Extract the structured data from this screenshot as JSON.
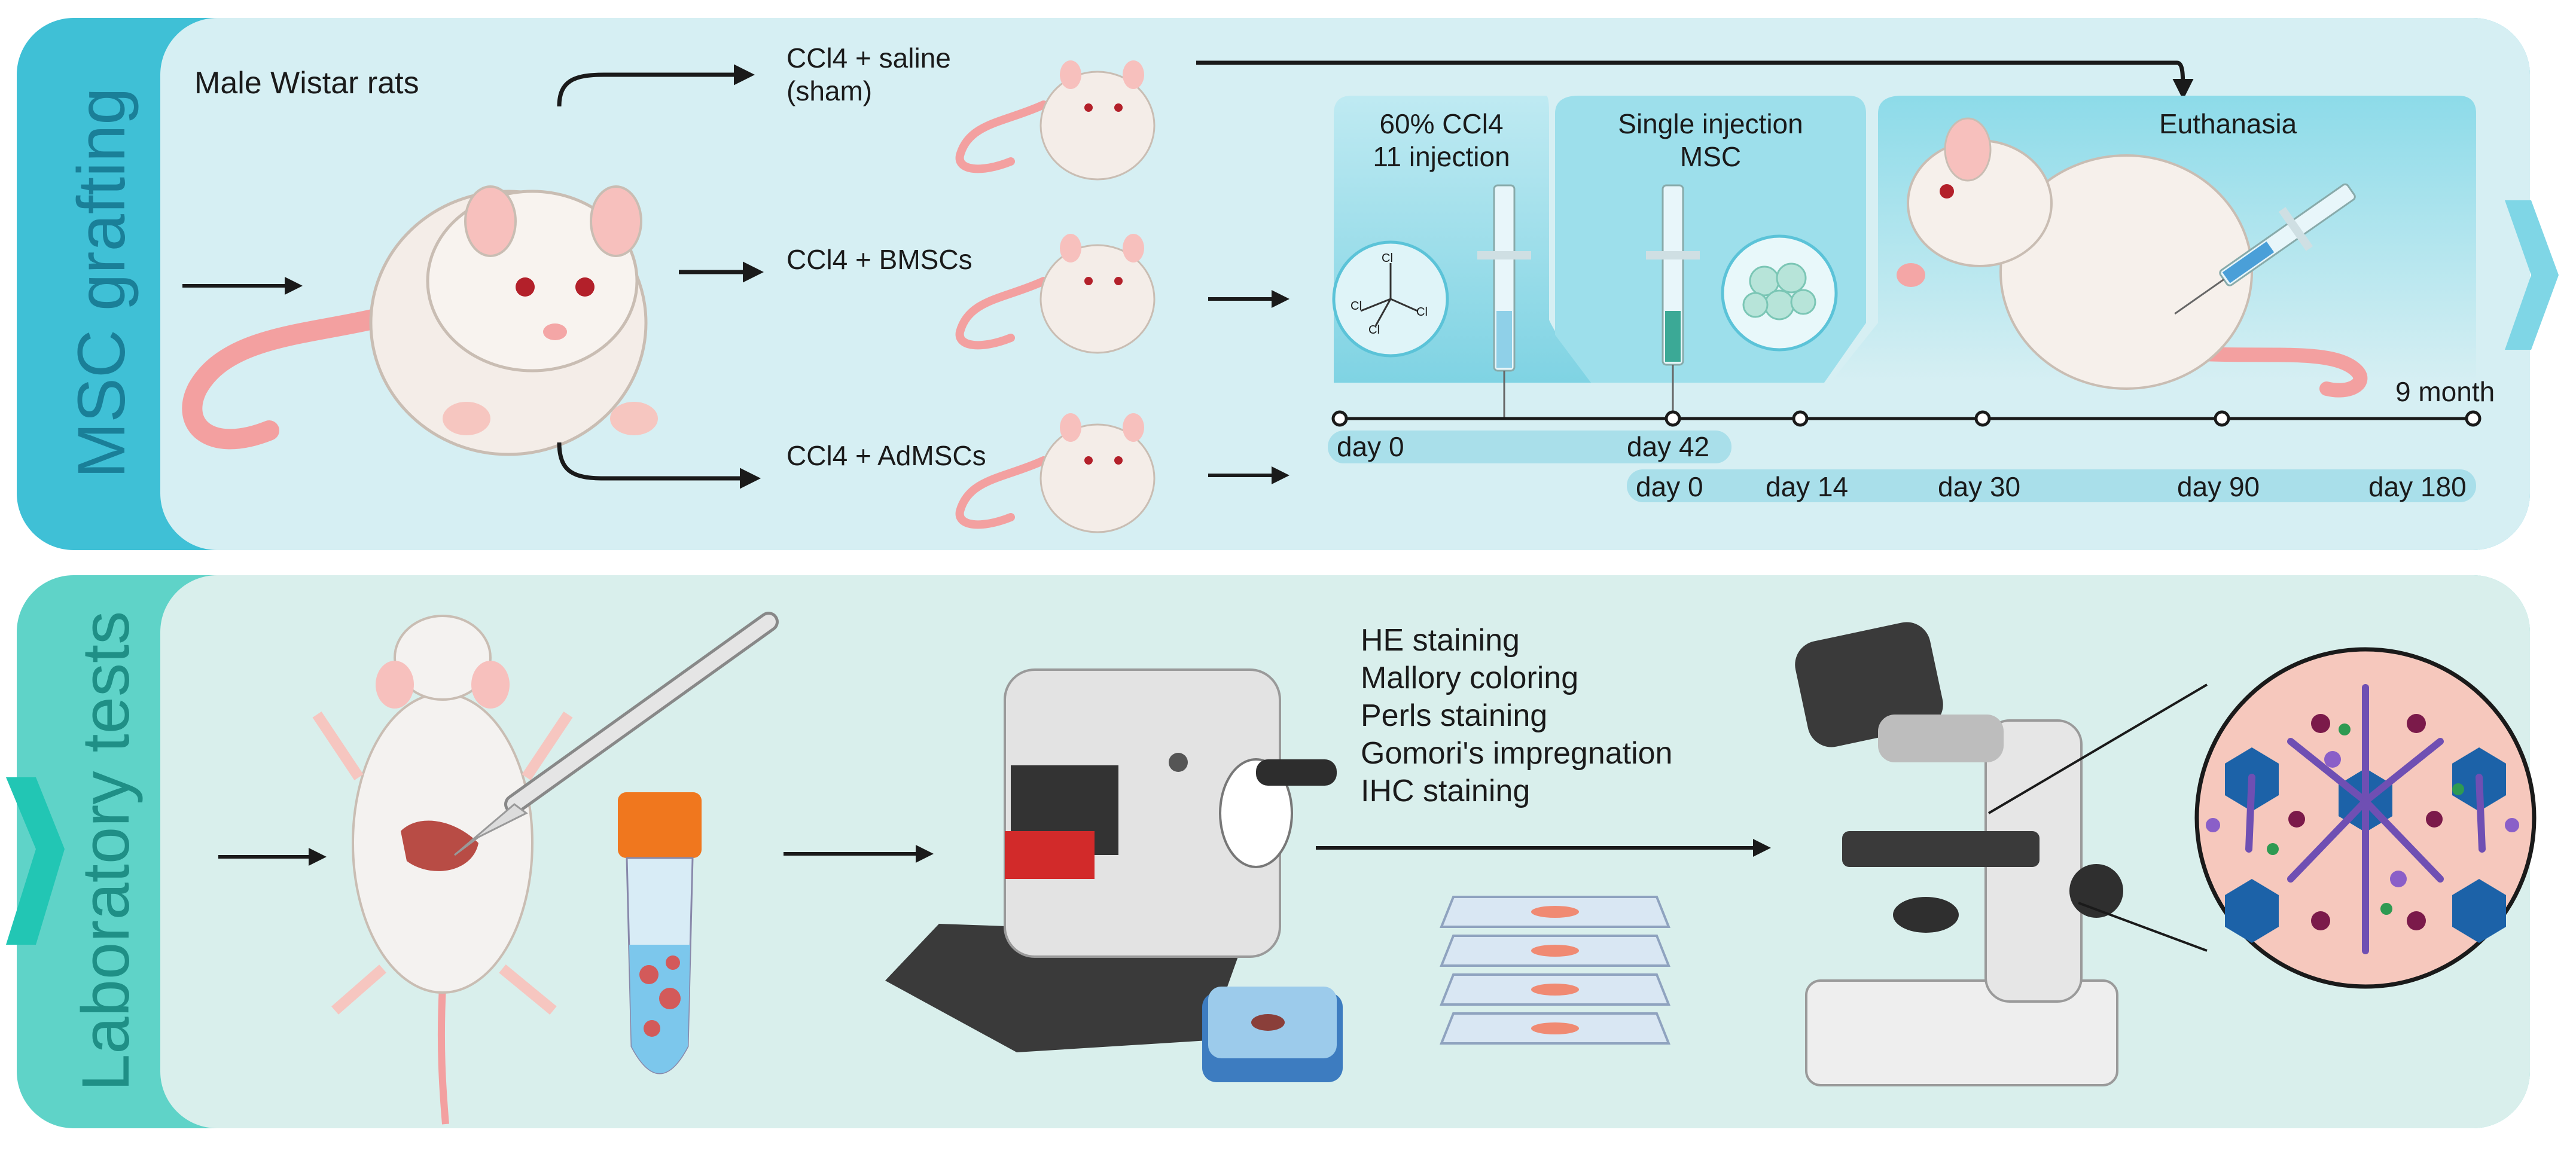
{
  "top_panel": {
    "title": "MSC grafting",
    "rat_label": "Male Wistar rats",
    "groups": [
      "CCl4 + saline\n(sham)",
      "CCl4 + BMSCs",
      "CCl4 + AdMSCs"
    ],
    "stages": {
      "ccl4": "60% CCl4\n11 injection",
      "msc": "Single injection\nMSC",
      "euthanasia": "Euthanasia"
    },
    "timeline": {
      "end_label": "9 month",
      "row1": [
        "day 0",
        "day 42"
      ],
      "row2": [
        "day 0",
        "day 14",
        "day 30",
        "day 90",
        "day 180"
      ]
    },
    "molecule_atoms": [
      "Cl",
      "Cl",
      "Cl",
      "Cl"
    ]
  },
  "bottom_panel": {
    "title": "Laboratory tests",
    "methods": [
      "HE staining",
      "Mallory coloring",
      "Perls staining",
      "Gomori's impregnation",
      "IHC staining"
    ]
  },
  "colors": {
    "top_accent": "#3fc0d6",
    "top_bg": "#d6eff3",
    "bottom_accent": "#5fd3c8",
    "bottom_bg": "#d9efec",
    "timeline_highlight": "#a9dfea"
  }
}
